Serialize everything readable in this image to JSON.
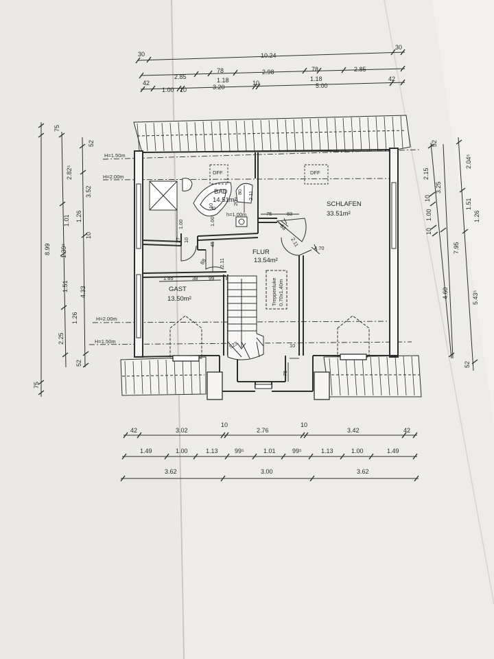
{
  "top_dims": {
    "row1": {
      "left": "30",
      "mid": "10.24",
      "right": "30"
    },
    "row2": {
      "a": "2.85",
      "b": "78",
      "c": "1.18",
      "d": "2.98",
      "e": "78",
      "f": "1.18",
      "g": "2.85"
    },
    "row3": {
      "a": "42",
      "b": "1.00",
      "c": "10",
      "d": "3.20",
      "e": "10",
      "f": "5.00",
      "g": "42"
    }
  },
  "left_dims": {
    "outer": {
      "a": "75",
      "b": "8.99",
      "c": "75"
    },
    "mid": {
      "a": "52",
      "b": "3.52",
      "c": "10",
      "d": "4.33",
      "e": "52"
    },
    "inner": {
      "a": "2.82⁵",
      "b": "1.01",
      "c": "1.39⁵",
      "d": "1.51",
      "e": "2.25"
    },
    "inner2": {
      "a": "1.26",
      "b": "1.26"
    }
  },
  "right_dims": {
    "inner": {
      "a": "52",
      "b": "2.15",
      "c": "10",
      "d": "1.00",
      "e": "10",
      "f": "4.60",
      "g": "52"
    },
    "mid": {
      "a": "3.25",
      "b": "7.95"
    },
    "outer": {
      "a": "2.04⁵",
      "b": "1.51",
      "c": "1.26",
      "d": "5.43⁵"
    }
  },
  "bottom_dims": {
    "row1": {
      "a": "42",
      "b": "3.02",
      "c": "10",
      "d": "2.76",
      "e": "10",
      "f": "3.42",
      "g": "42"
    },
    "row2": {
      "a": "1.49",
      "b": "1.00",
      "c": "1.13",
      "d": "99⁵",
      "e": "1.01",
      "f": "99⁵",
      "g": "1.13",
      "h": "1.00",
      "i": "1.49"
    },
    "row3": {
      "a": "3.62",
      "b": "3.00",
      "c": "3.62"
    }
  },
  "heights": {
    "h150_top": "H=1.50m",
    "h200_top": "H=2.00m",
    "h200_bottom": "H=2.00m",
    "h150_bottom": "H=1.50m",
    "h100": "h=1.00m"
  },
  "rooms": {
    "bad": {
      "name": "BAD",
      "area": "14.51m²"
    },
    "schlafen": {
      "name": "SCHLAFEN",
      "area": "33.51m²"
    },
    "flur": {
      "name": "FLUR",
      "area": "13.54m²"
    },
    "gast": {
      "name": "GAST",
      "area": "13.50m²"
    }
  },
  "labels": {
    "dff1": "DFF",
    "dff2": "DFF",
    "treppenluke_1": "Treppenluke",
    "treppenluke_2": "0.70x1.40m"
  },
  "inner_dims": {
    "d_1_00": "1.00",
    "d_27": "27",
    "d_10a": "10",
    "d_45": "45",
    "d_2_11a": "2.11",
    "d_88a": "88",
    "d_1_65": "1.65",
    "d_38": "38",
    "d_99": "99",
    "d_1_00b": "1.00",
    "d_10b": "10",
    "d_30": "30",
    "d_20": "20",
    "d_80": "80",
    "d_2_11b": "2.11",
    "d_75a": "75",
    "d_83": "83",
    "d_2_11c": "2.11",
    "d_88b": "88",
    "d_4_70": "4.70",
    "d_75b": "75",
    "d_10c": "10",
    "d_523": "523"
  }
}
